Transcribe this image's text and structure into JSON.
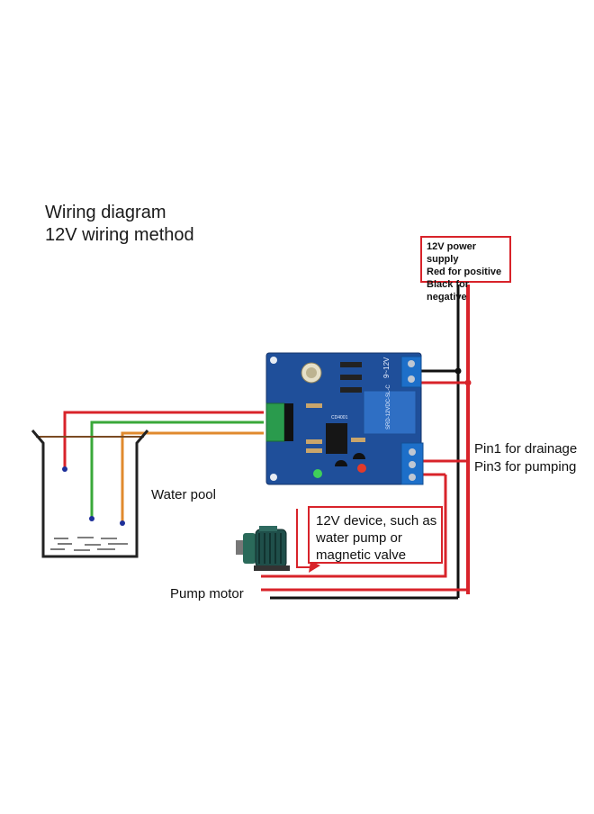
{
  "title": {
    "line1": "Wiring diagram",
    "line2": "12V wiring method"
  },
  "power_supply": {
    "line1": "12V power supply",
    "line2": "Red for positive",
    "line3": "Black for negative"
  },
  "pins": {
    "pin1": "Pin1 for drainage",
    "pin3": "Pin3 for pumping"
  },
  "device": {
    "line1": "12V device, such as",
    "line2": "water pump or",
    "line3": "magnetic valve"
  },
  "water_pool_label": "Water pool",
  "pump_motor_label": "Pump motor",
  "board": {
    "voltage_label": "9~12V",
    "relay_label": "SRD-12VDC-SL-C",
    "chip_label": "CD4001"
  },
  "colors": {
    "wire_red": "#d8232a",
    "wire_black": "#111111",
    "wire_green": "#3aa83a",
    "wire_orange": "#e08a2e",
    "wire_brown": "#7a4a22",
    "board_blue": "#1f4f9a",
    "relay_blue": "#2f6fc4",
    "terminal_blue": "#1d6fc9"
  }
}
